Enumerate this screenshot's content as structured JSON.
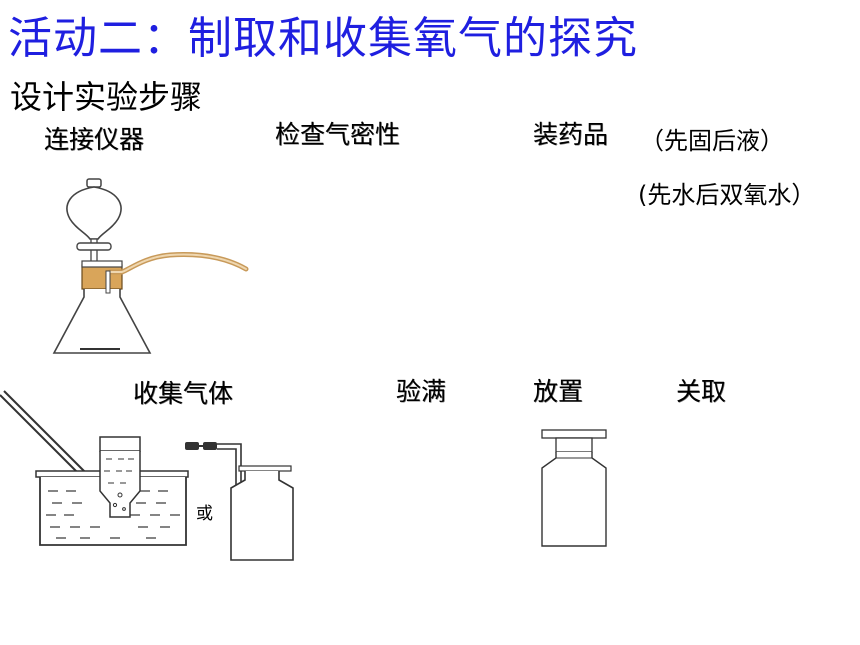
{
  "title": "活动二：制取和收集氧气的探究",
  "subtitle": "设计实验步骤",
  "steps": {
    "connect": "连接仪器",
    "check_airtight": "检查气密性",
    "load_reagents": "装药品",
    "collect_gas": "收集气体",
    "test_full": "验满",
    "place": "放置",
    "close": "关取"
  },
  "notes": {
    "solid_then_liquid": "（先固后液）",
    "water_then_peroxide": "(先水后双氧水）"
  },
  "or_label": "或"
}
